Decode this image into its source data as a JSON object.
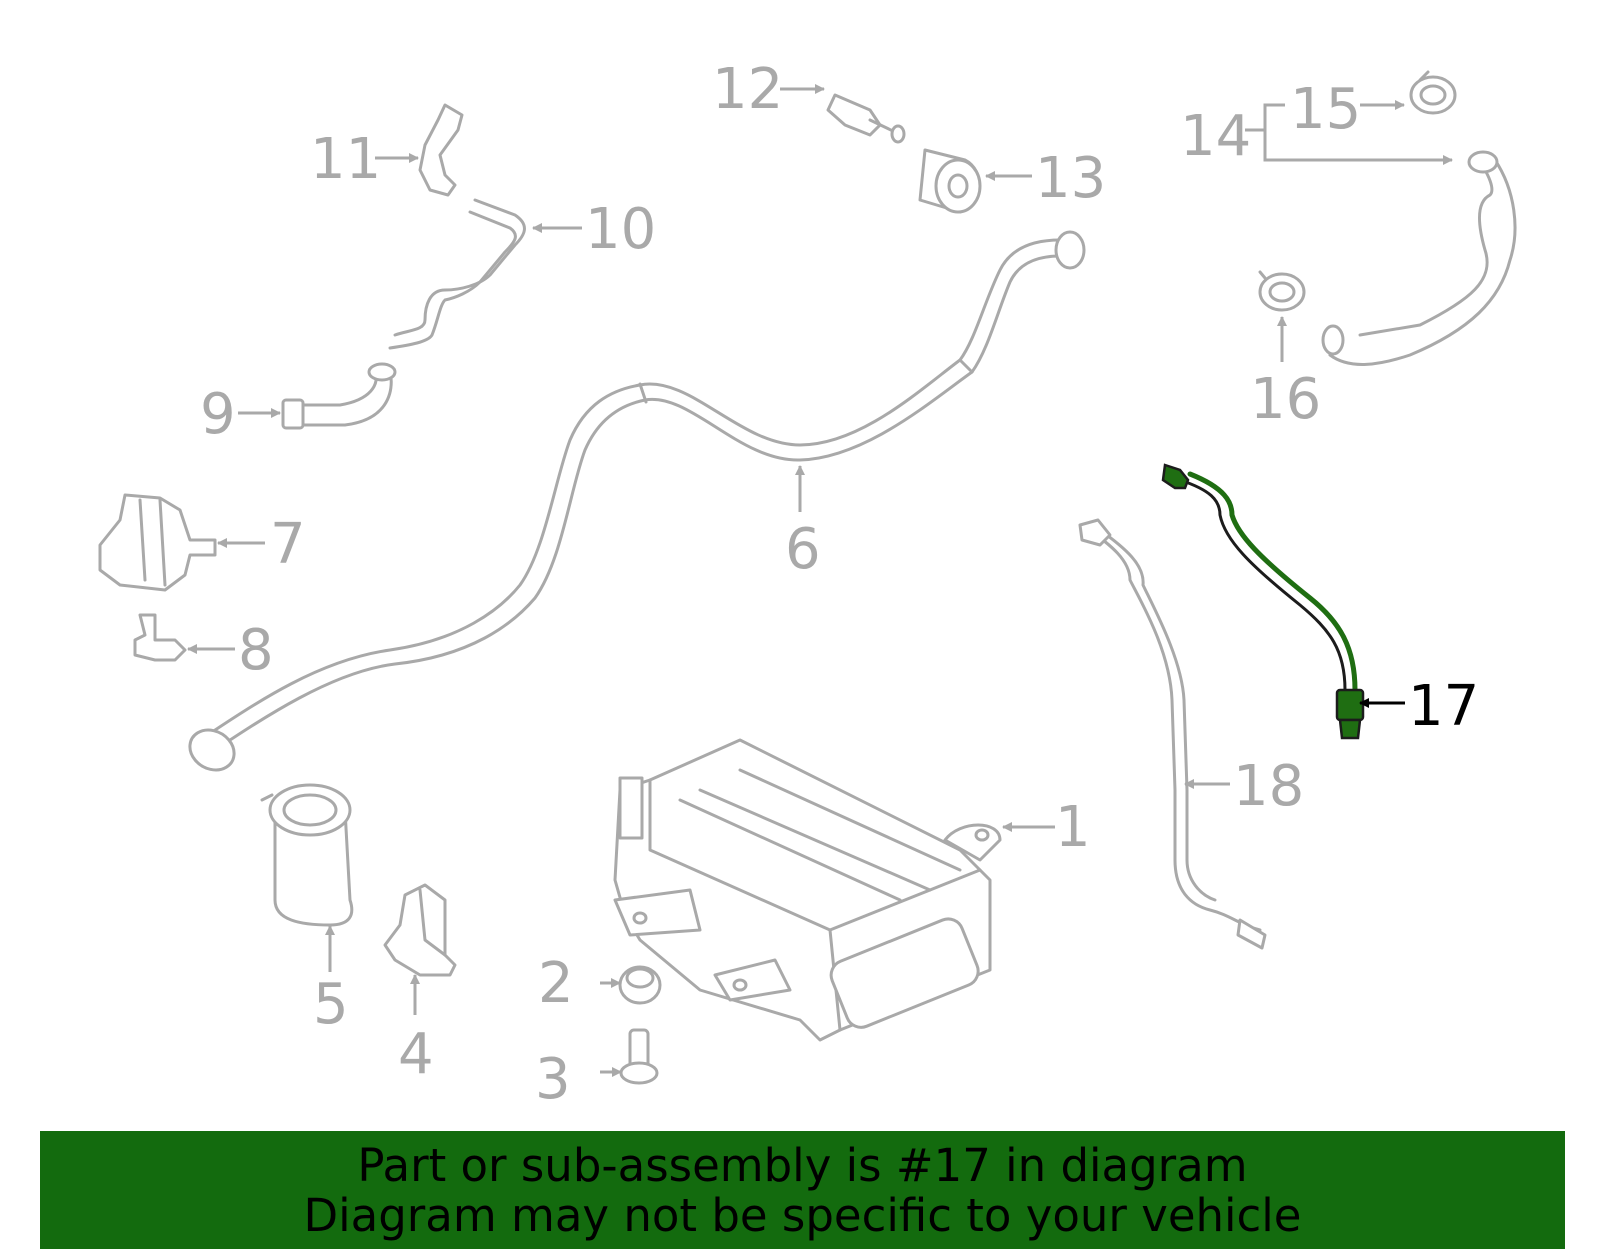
{
  "diagram": {
    "highlight_color": "#1f6e12",
    "part_color": "#a9a9a9",
    "callouts": [
      {
        "id": "1",
        "label": "1"
      },
      {
        "id": "2",
        "label": "2"
      },
      {
        "id": "3",
        "label": "3"
      },
      {
        "id": "4",
        "label": "4"
      },
      {
        "id": "5",
        "label": "5"
      },
      {
        "id": "6",
        "label": "6"
      },
      {
        "id": "7",
        "label": "7"
      },
      {
        "id": "8",
        "label": "8"
      },
      {
        "id": "9",
        "label": "9"
      },
      {
        "id": "10",
        "label": "10"
      },
      {
        "id": "11",
        "label": "11"
      },
      {
        "id": "12",
        "label": "12"
      },
      {
        "id": "13",
        "label": "13"
      },
      {
        "id": "14",
        "label": "14"
      },
      {
        "id": "15",
        "label": "15"
      },
      {
        "id": "16",
        "label": "16"
      },
      {
        "id": "17",
        "label": "17"
      },
      {
        "id": "18",
        "label": "18"
      }
    ],
    "highlighted_part": "17"
  },
  "banner": {
    "background_color": "#136b0e",
    "line1": "Part or sub-assembly is #17 in diagram",
    "line2": "Diagram may not be specific to your vehicle"
  }
}
